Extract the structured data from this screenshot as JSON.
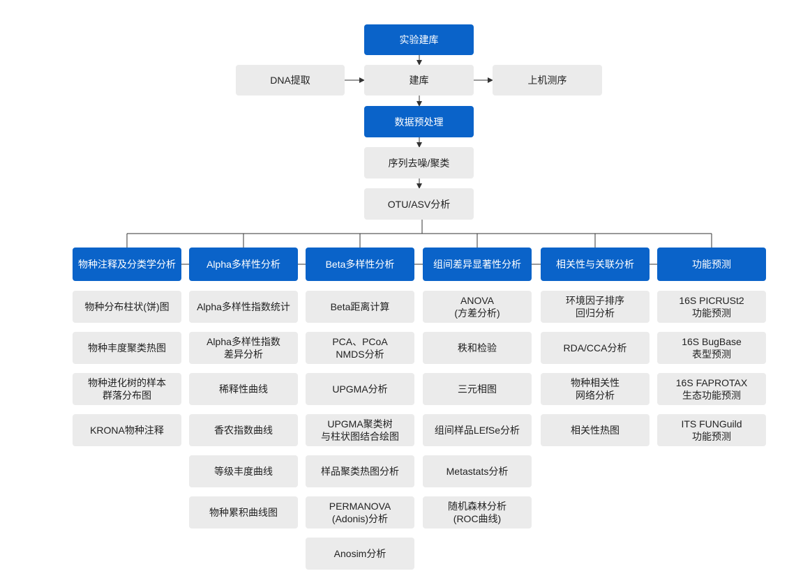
{
  "top": {
    "library_header": "实验建库",
    "dna_extraction": "DNA提取",
    "library_building": "建库",
    "sequencing": "上机测序",
    "preprocessing_header": "数据预处理",
    "denoise": "序列去噪/聚类",
    "otu_asv": "OTU/ASV分析"
  },
  "columns": [
    {
      "header": "物种注释及分类学分析",
      "items": [
        "物种分布柱状(饼)图",
        "物种丰度聚类热图",
        "物种进化树的样本\n群落分布图",
        "KRONA物种注释"
      ]
    },
    {
      "header": "Alpha多样性分析",
      "items": [
        "Alpha多样性指数统计",
        "Alpha多样性指数\n差异分析",
        "稀释性曲线",
        "香农指数曲线",
        "等级丰度曲线",
        "物种累积曲线图"
      ]
    },
    {
      "header": "Beta多样性分析",
      "items": [
        "Beta距离计算",
        "PCA、PCoA\nNMDS分析",
        "UPGMA分析",
        "UPGMA聚类树\n与柱状图结合绘图",
        "样品聚类热图分析",
        "PERMANOVA\n(Adonis)分析",
        "Anosim分析"
      ]
    },
    {
      "header": "组间差异显著性分析",
      "items": [
        "ANOVA\n(方差分析)",
        "秩和检验",
        "三元相图",
        "组间样品LEfSe分析",
        "Metastats分析",
        "随机森林分析\n(ROC曲线)"
      ]
    },
    {
      "header": "相关性与关联分析",
      "items": [
        "环境因子排序\n回归分析",
        "RDA/CCA分析",
        "物种相关性\n网络分析",
        "相关性热图"
      ]
    },
    {
      "header": "功能预测",
      "items": [
        "16S PICRUSt2\n功能预测",
        "16S BugBase\n表型预测",
        "16S FAPROTAX\n生态功能预测",
        "ITS FUNGuild\n功能预测"
      ]
    }
  ],
  "colors": {
    "header_blue": "#0a63c9",
    "box_grey": "#ebebeb",
    "text_dark": "#222222",
    "line": "#333333"
  }
}
